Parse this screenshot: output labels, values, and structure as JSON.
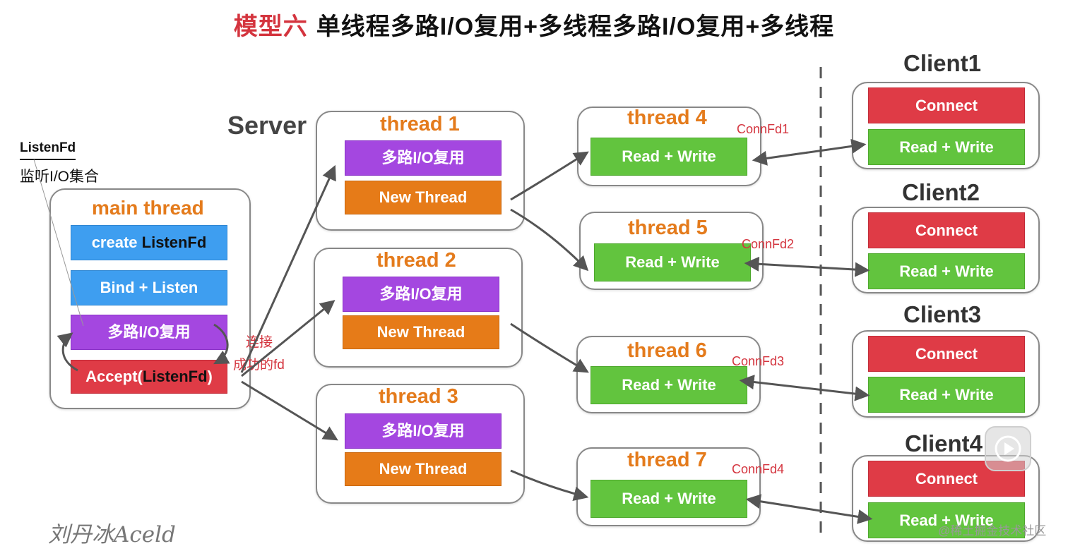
{
  "title": {
    "tag": "模型六",
    "text": "单线程多路I/O复用+多线程多路I/O复用+多线程"
  },
  "server_label": "Server",
  "listenfd_note": {
    "head": "ListenFd",
    "sub": "监听I/O集合"
  },
  "main_thread": {
    "label": "main thread",
    "create_prefix": "create ",
    "create_fd": "ListenFd",
    "bind_listen": "Bind + Listen",
    "multiplex": "多路I/O复用",
    "accept_prefix": "Accept(",
    "accept_fd": "ListenFd",
    "accept_suffix": ")"
  },
  "connect_note": {
    "line1": "连接",
    "line2": "成功的fd"
  },
  "io_threads": [
    {
      "label": "thread 1",
      "multiplex": "多路I/O复用",
      "spawn": "New Thread"
    },
    {
      "label": "thread 2",
      "multiplex": "多路I/O复用",
      "spawn": "New Thread"
    },
    {
      "label": "thread 3",
      "multiplex": "多路I/O复用",
      "spawn": "New Thread"
    }
  ],
  "worker_threads": [
    {
      "label": "thread 4",
      "task": "Read + Write",
      "conn": "ConnFd1"
    },
    {
      "label": "thread 5",
      "task": "Read + Write",
      "conn": "ConnFd2"
    },
    {
      "label": "thread 6",
      "task": "Read + Write",
      "conn": "ConnFd3"
    },
    {
      "label": "thread 7",
      "task": "Read + Write",
      "conn": "ConnFd4"
    }
  ],
  "clients": [
    {
      "label": "Client1",
      "connect": "Connect",
      "rw": "Read + Write"
    },
    {
      "label": "Client2",
      "connect": "Connect",
      "rw": "Read + Write"
    },
    {
      "label": "Client3",
      "connect": "Connect",
      "rw": "Read + Write"
    },
    {
      "label": "Client4",
      "connect": "Connect",
      "rw": "Read + Write"
    }
  ],
  "watermarks": {
    "author": "刘丹冰Aceld",
    "site": "@稀土掘金技术社区"
  },
  "colors": {
    "thread_label": "#e47b1c",
    "blue": "#3e9ef0",
    "purple": "#a447e0",
    "orange": "#e67b18",
    "red": "#df3b46",
    "green": "#62c43e",
    "arrow": "#555555"
  }
}
